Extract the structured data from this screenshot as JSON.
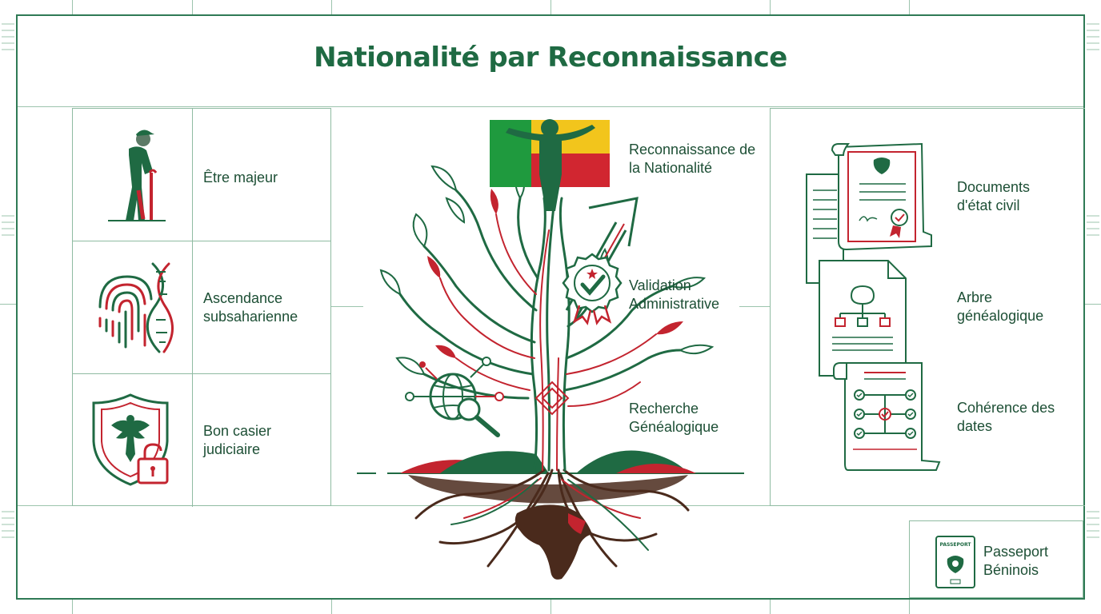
{
  "title": "Nationalité par Reconnaissance",
  "colors": {
    "green": "#1f6a43",
    "red": "#c3242f",
    "yellow": "#f2c51c",
    "brown": "#4a2a1c"
  },
  "conditions": [
    {
      "label": "Être majeur",
      "icon": "elderly-person-icon"
    },
    {
      "label": "Ascendance subsaharienne",
      "icon": "fingerprint-dna-icon"
    },
    {
      "label": "Bon casier judiciaire",
      "icon": "shield-eagle-lock-icon"
    }
  ],
  "process": [
    {
      "label": "Reconnaissance de la Nationalité",
      "icon": "person-flag-icon"
    },
    {
      "label": "Validation Administrative",
      "icon": "seal-check-icon"
    },
    {
      "label": "Recherche Généalogique",
      "icon": "globe-magnifier-icon"
    }
  ],
  "documents": [
    {
      "label": "Documents d'état civil",
      "icon": "certificate-icon"
    },
    {
      "label": "Arbre généalogique",
      "icon": "family-tree-document-icon"
    },
    {
      "label": "Cohérence des dates",
      "icon": "checklist-scroll-icon"
    }
  ],
  "passport": {
    "label": "Passeport Béninois",
    "cover_text": "PASSEPORT",
    "icon": "passport-icon"
  }
}
